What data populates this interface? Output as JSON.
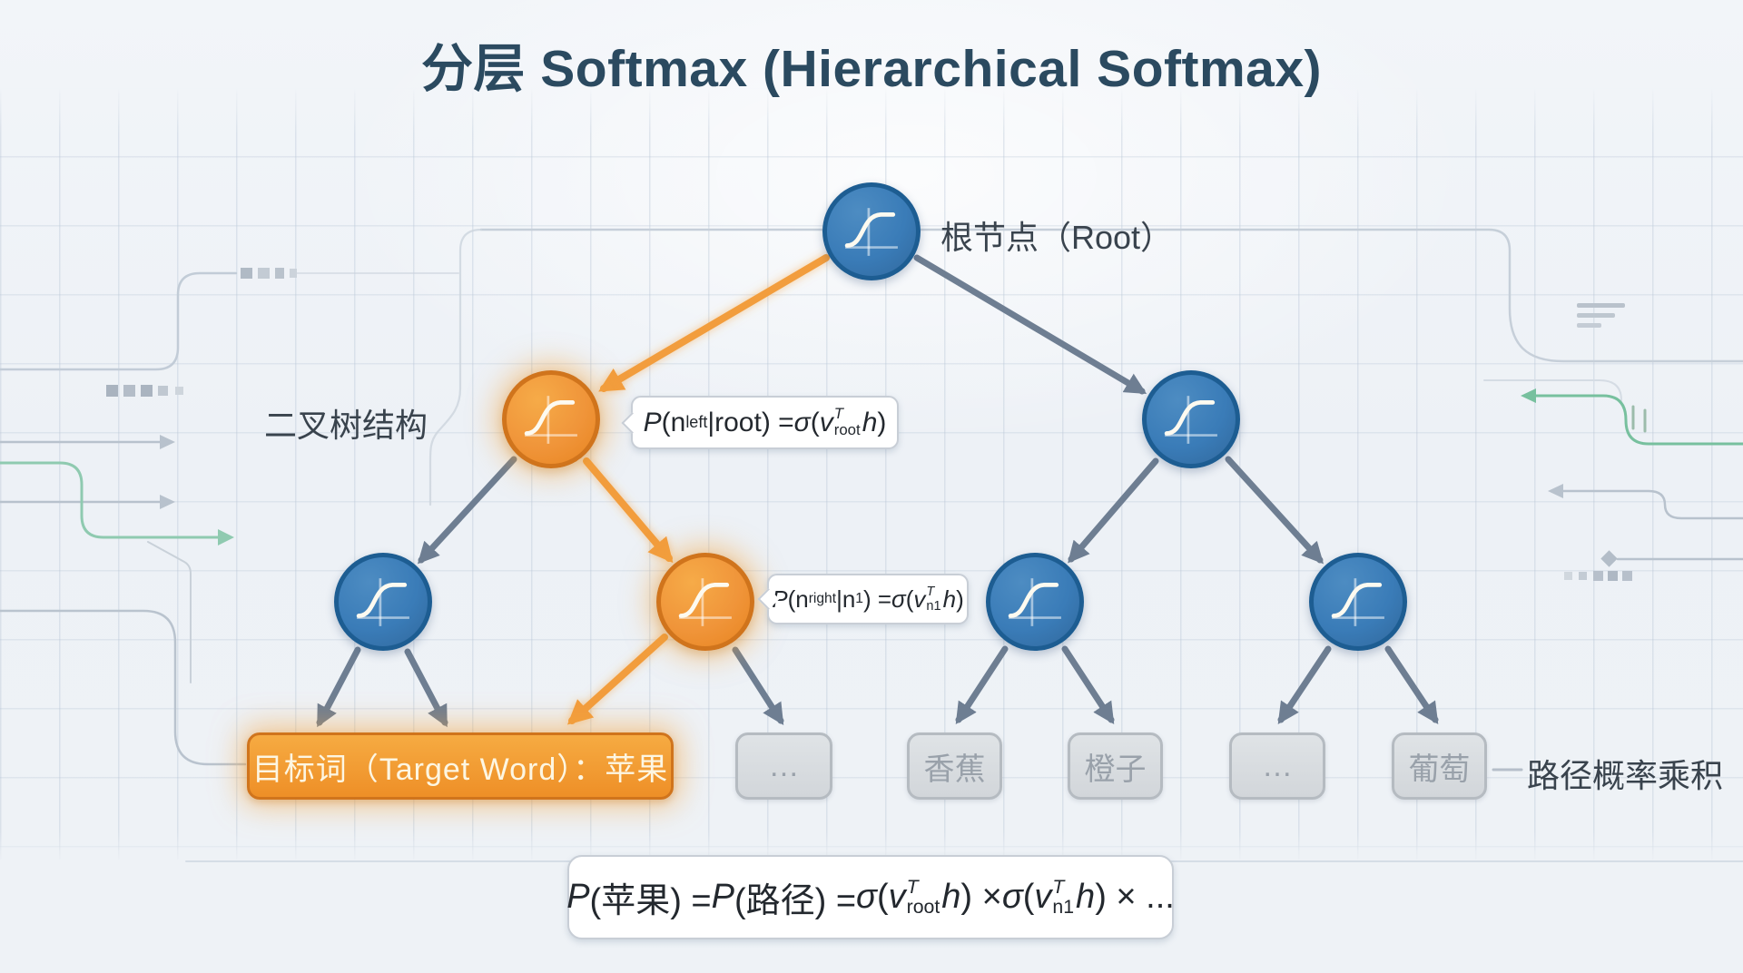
{
  "title": "分层 Softmax (Hierarchical Softmax)",
  "labels": {
    "root_node": "根节点（Root）",
    "tree_structure": "二叉树结构",
    "path_product": "路径概率乘积"
  },
  "leaves": [
    {
      "label": "目标词（Target Word）：苹果",
      "type": "target-word"
    },
    {
      "label": "…",
      "type": "other-word"
    },
    {
      "label": "香蕉",
      "type": "other-word"
    },
    {
      "label": "橙子",
      "type": "other-word"
    },
    {
      "label": "…",
      "type": "other-word"
    },
    {
      "label": "葡萄",
      "type": "other-word"
    }
  ],
  "formulas": {
    "left_branch": {
      "segments": [
        {
          "i": "P"
        },
        {
          "t": "(n"
        },
        {
          "sub": "left"
        },
        {
          "t": "|root) = "
        },
        {
          "i": "σ"
        },
        {
          "t": "("
        },
        {
          "i": "v"
        },
        {
          "stack": {
            "sup": "T",
            "sub": "root"
          }
        },
        {
          "i": "h"
        },
        {
          "t": ")"
        }
      ]
    },
    "right_branch": {
      "segments": [
        {
          "i": "P"
        },
        {
          "t": "(n"
        },
        {
          "sub": "right"
        },
        {
          "t": "|n"
        },
        {
          "sub": "1"
        },
        {
          "t": ") = "
        },
        {
          "i": "σ"
        },
        {
          "t": "("
        },
        {
          "i": "v"
        },
        {
          "stack": {
            "sup": "T",
            "sub": "n1"
          }
        },
        {
          "i": "h"
        },
        {
          "t": ")"
        }
      ]
    },
    "path_probability": {
      "segments": [
        {
          "i": "P"
        },
        {
          "t": "(苹果) = "
        },
        {
          "i": "P"
        },
        {
          "t": "(路径) = "
        },
        {
          "i": "σ"
        },
        {
          "t": "("
        },
        {
          "i": "v"
        },
        {
          "stack": {
            "sup": "T",
            "sub": "root"
          }
        },
        {
          "i": "h"
        },
        {
          "t": ") × "
        },
        {
          "i": "σ"
        },
        {
          "t": "("
        },
        {
          "i": "v"
        },
        {
          "stack": {
            "sup": "T",
            "sub": "n1"
          }
        },
        {
          "i": "h"
        },
        {
          "t": ") × ..."
        }
      ]
    }
  },
  "icons": {
    "node_icon": "sigmoid-curve-icon"
  },
  "colors": {
    "title_text": "#2b4a60",
    "label_text": "#39434d",
    "node_blue": "#3a7cb8",
    "node_blue_border": "#1d5d92",
    "node_orange": "#f0953a",
    "node_orange_border": "#d0741c",
    "arrow_gray": "#6e7e92",
    "arrow_orange": "#f29d3d",
    "leaf_gray_bg": "#d7dbdf",
    "leaf_gray_border": "#b5bbc1",
    "leaf_gray_text": "#99a1aa",
    "target_bg": "#f0992e",
    "target_border": "#d0741c",
    "target_text": "#fdf6e2",
    "accent_green": "#7cc4a4"
  }
}
